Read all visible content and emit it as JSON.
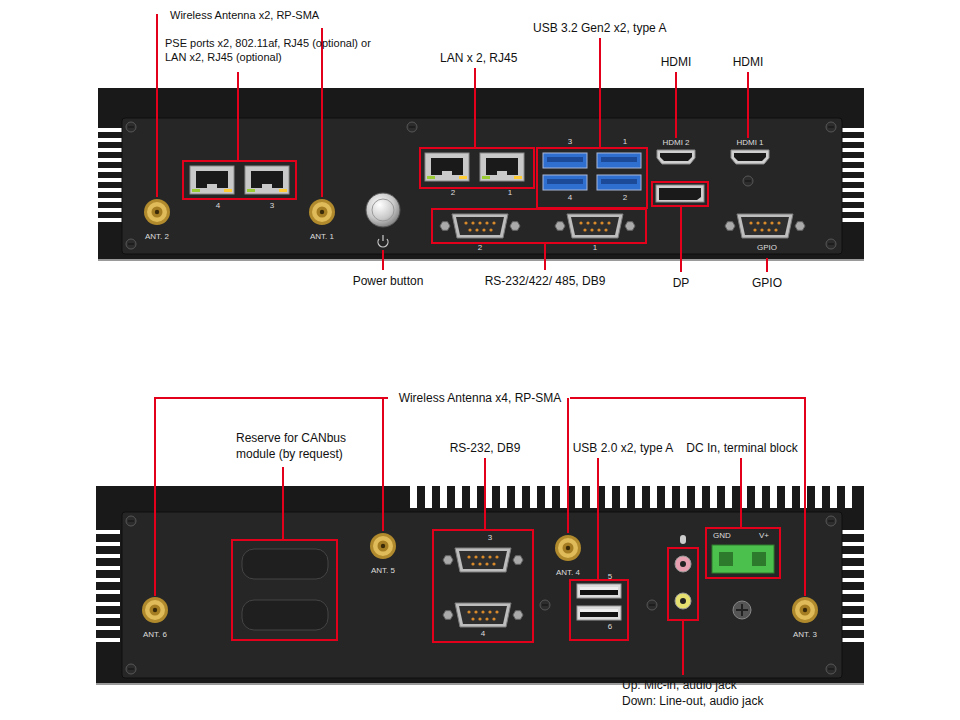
{
  "diagram": {
    "labels": [
      "Wireless Antenna x2, RP-SMA",
      "PSE ports x2, 802.11af, RJ45 (optional) or LAN x2, RJ45 (optional)",
      "LAN x 2, RJ45",
      "USB 3.2 Gen2 x2, type A",
      "HDMI",
      "HDMI",
      "Power button",
      "RS-232/422/ 485, DB9",
      "DP",
      "GPIO",
      "ANT. 2",
      "ANT. 1",
      "4",
      "3",
      "2",
      "1",
      "3",
      "1",
      "4",
      "2",
      "HDMI 2",
      "HDMI 1",
      "2",
      "1",
      "GPIO",
      "Wireless Antenna x4, RP-SMA",
      "Reserve for CANbus module (by request)",
      "RS-232, DB9",
      "USB 2.0 x2, type A",
      "DC In, terminal block",
      "Up: Mic-in, audio jack",
      "Down: Line-out, audio jack",
      "ANT. 6",
      "ANT. 5",
      "3",
      "4",
      "ANT. 4",
      "5",
      "6",
      "GND",
      "V+",
      "ANT. 3"
    ]
  }
}
